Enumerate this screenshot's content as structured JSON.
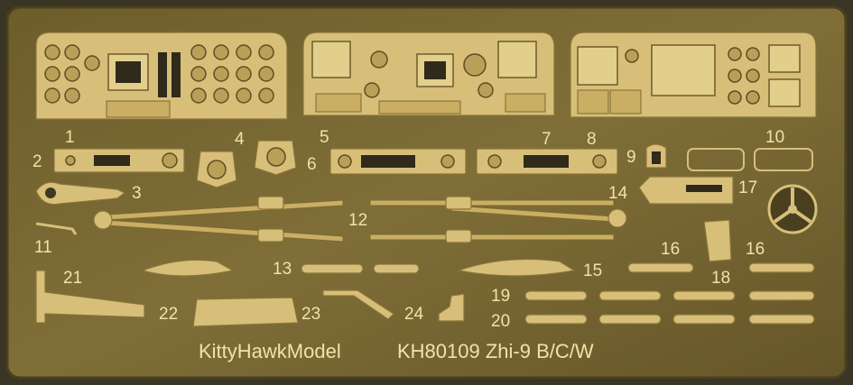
{
  "labels": {
    "p1": "1",
    "p2": "2",
    "p3": "3",
    "p4": "4",
    "p5": "5",
    "p6": "6",
    "p7": "7",
    "p8": "8",
    "p9": "9",
    "p10": "10",
    "p11": "11",
    "p12": "12",
    "p13": "13",
    "p14": "14",
    "p15": "15",
    "p16a": "16",
    "p16b": "16",
    "p17": "17",
    "p18": "18",
    "p19": "19",
    "p20": "20",
    "p21": "21",
    "p22": "22",
    "p23": "23",
    "p24": "24"
  },
  "footer": {
    "brand": "KittyHawkModel",
    "product": "KH80109 Zhi-9 B/C/W"
  },
  "colors": {
    "fret": "#7a6a34",
    "brass": "#d7bf7a",
    "text": "#efe3a8"
  }
}
